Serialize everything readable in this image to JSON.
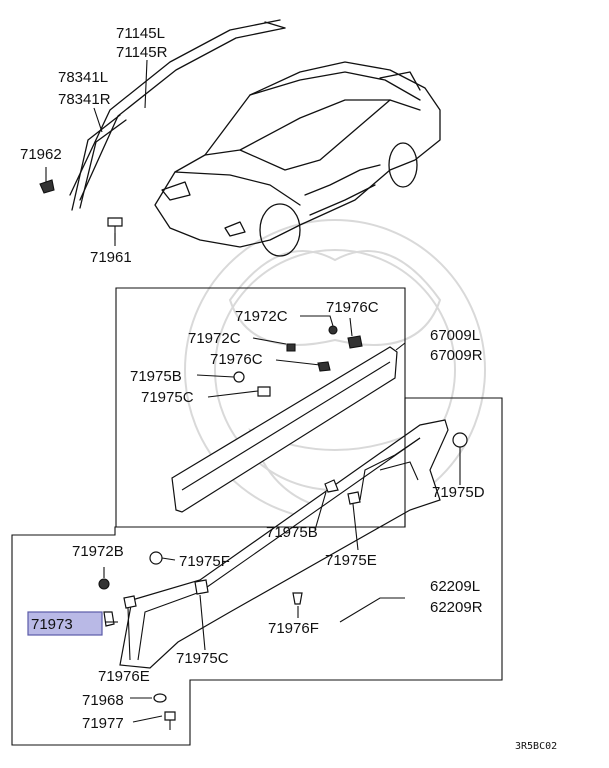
{
  "diagram_code": "3R5BC02",
  "highlighted_part": "71973",
  "labels": {
    "p71145": [
      "71145L",
      "71145R"
    ],
    "p78341": [
      "78341L",
      "78341R"
    ],
    "p71962": "71962",
    "p71961": "71961",
    "p71972c_a": "71972C",
    "p71976c_a": "71976C",
    "p71972c_b": "71972C",
    "p71976c_b": "71976C",
    "p71975b_a": "71975B",
    "p71975c_a": "71975C",
    "p67009": [
      "67009L",
      "67009R"
    ],
    "p71975d": "71975D",
    "p71975b_b": "71975B",
    "p71975e": "71975E",
    "p71972b": "71972B",
    "p71975f": "71975F",
    "p71973": "71973",
    "p62209": [
      "62209L",
      "62209R"
    ],
    "p71976f": "71976F",
    "p71975c_b": "71975C",
    "p71976e": "71976E",
    "p71968": "71968",
    "p71977": "71977"
  },
  "colors": {
    "highlight": "#b9b9e6",
    "ink": "#111111",
    "watermark": "#d9d9d9"
  }
}
